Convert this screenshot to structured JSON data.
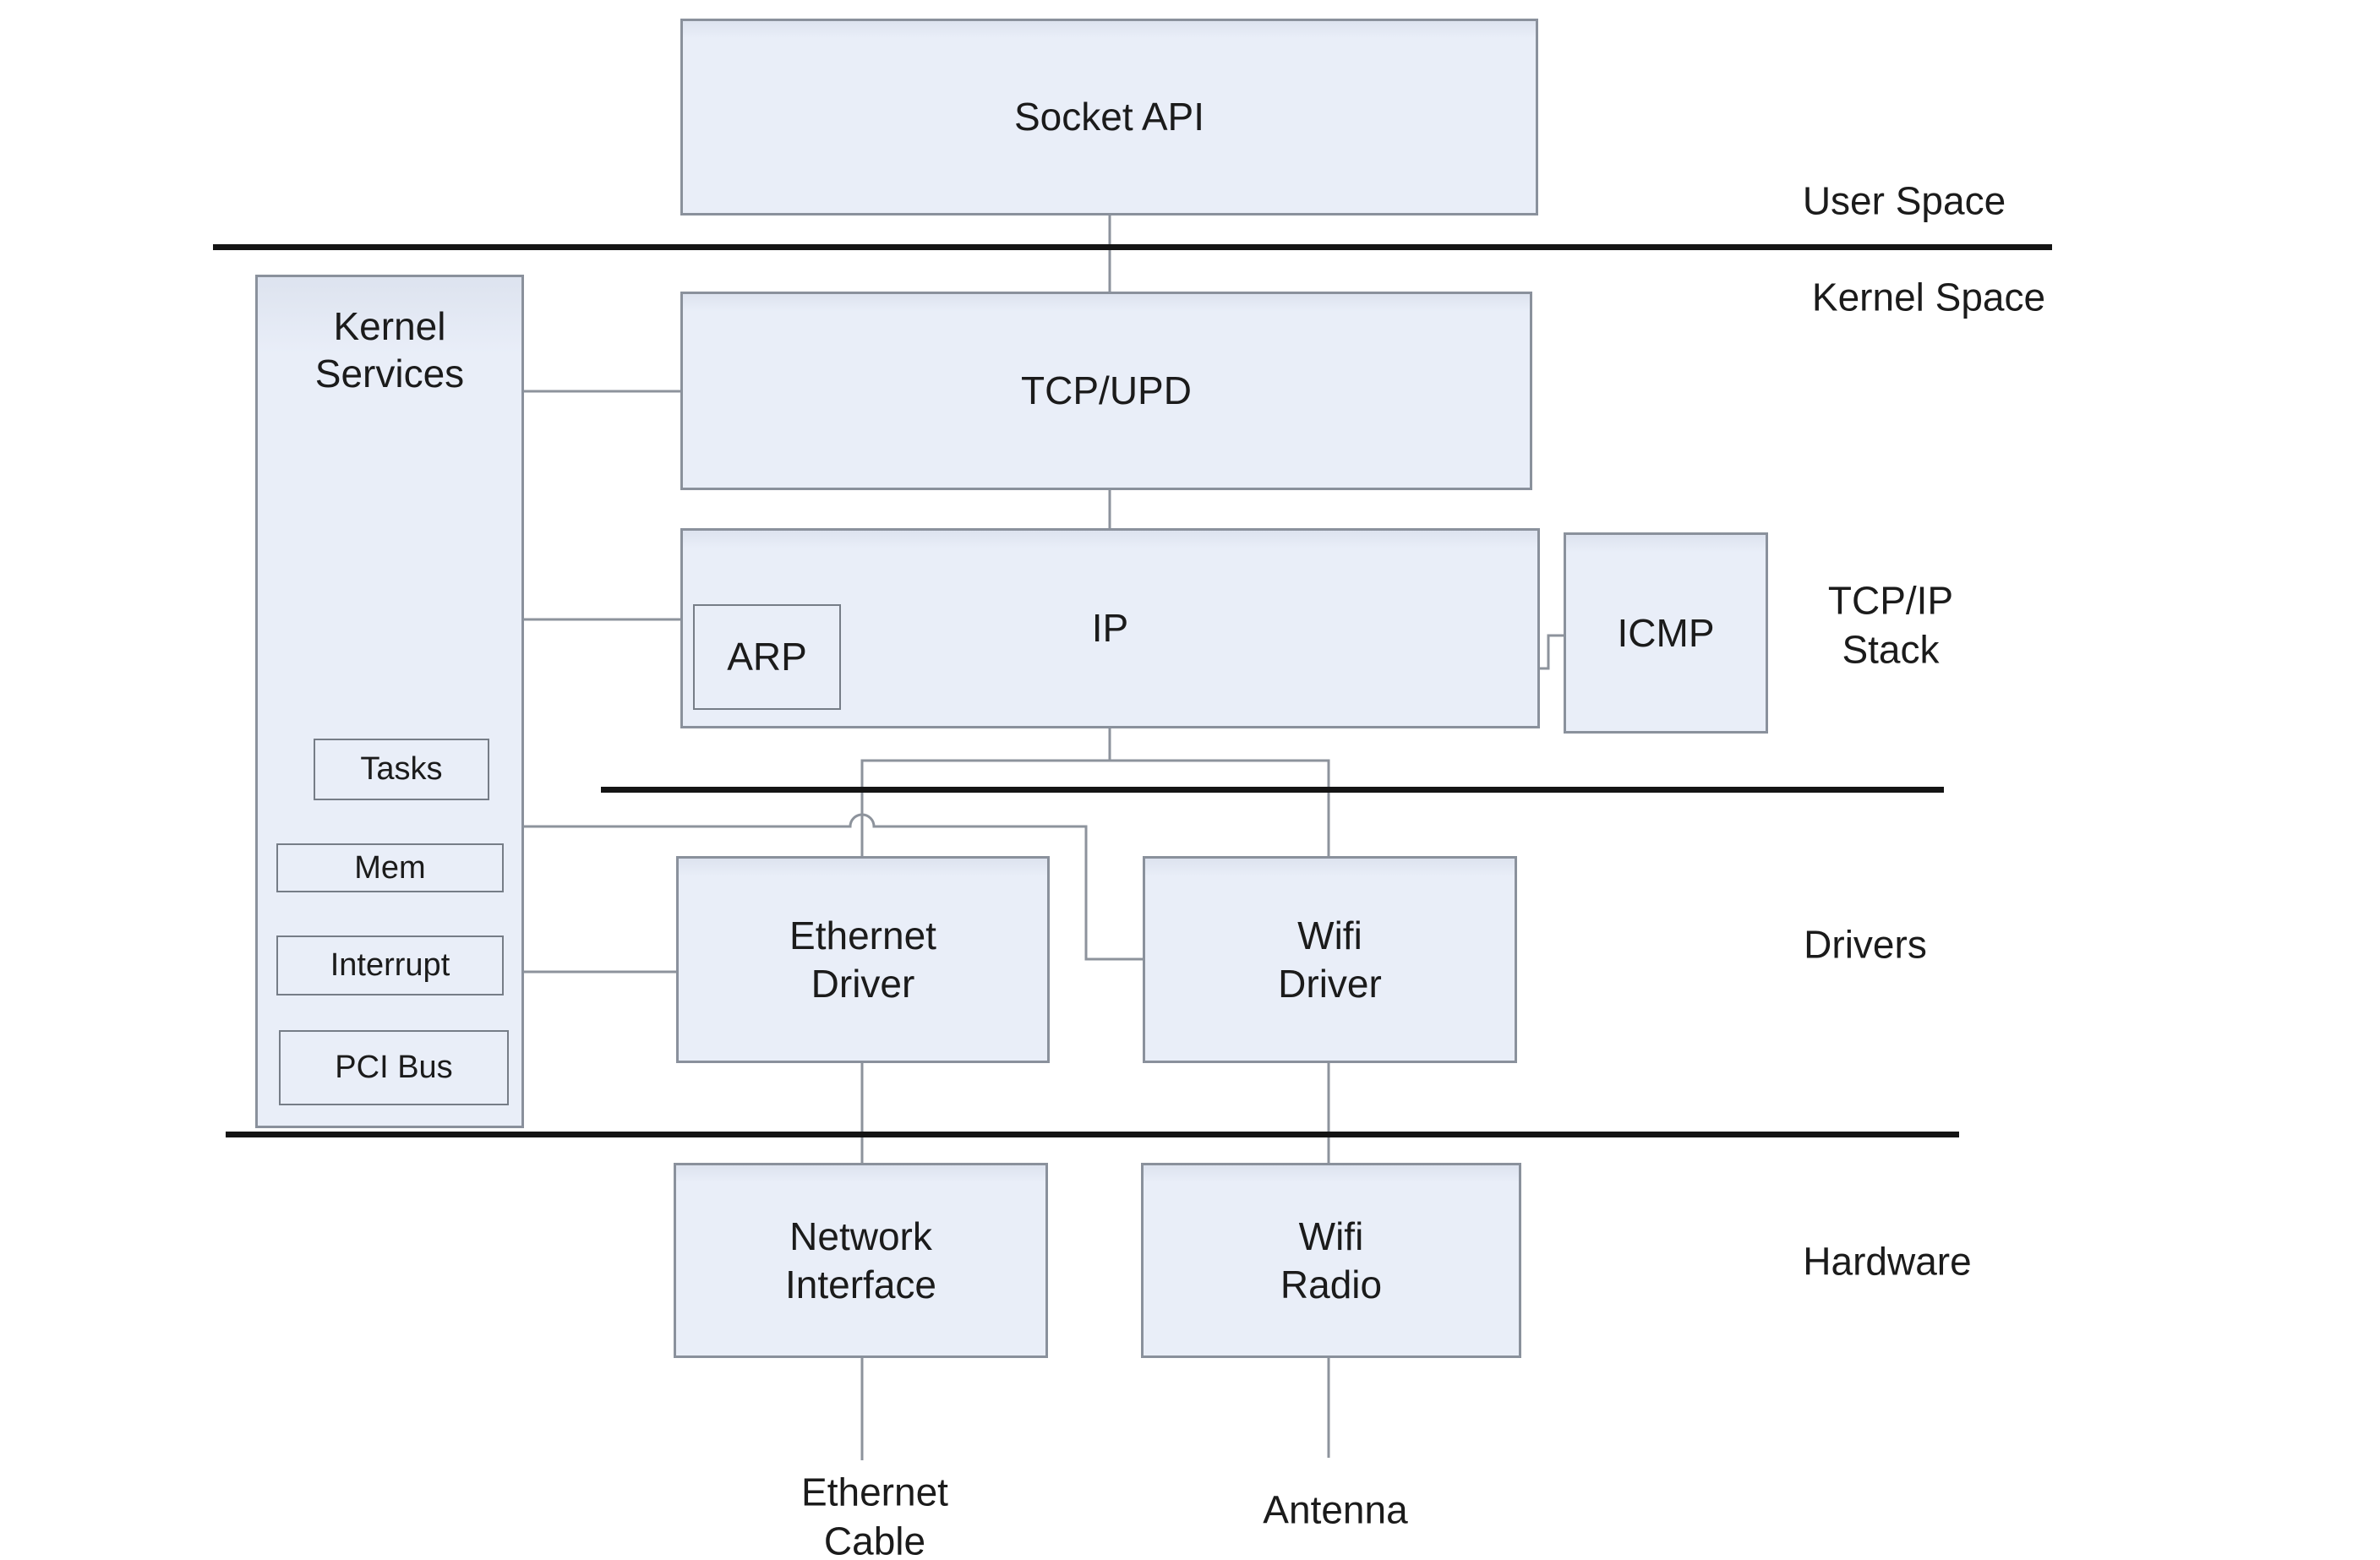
{
  "diagram": {
    "boxes": {
      "socket_api": "Socket API",
      "kernel_services": "Kernel\nServices",
      "tcp_upd": "TCP/UPD",
      "ip": "IP",
      "arp": "ARP",
      "icmp": "ICMP",
      "tasks": "Tasks",
      "mem": "Mem",
      "interrupt": "Interrupt",
      "pci_bus": "PCI Bus",
      "ethernet_driver": "Ethernet\nDriver",
      "wifi_driver": "Wifi\nDriver",
      "network_interface": "Network\nInterface",
      "wifi_radio": "Wifi\nRadio"
    },
    "region_labels": {
      "user_space": "User Space",
      "kernel_space": "Kernel Space",
      "tcpip_stack": "TCP/IP\nStack",
      "drivers": "Drivers",
      "hardware": "Hardware"
    },
    "external_labels": {
      "ethernet_cable": "Ethernet\nCable",
      "antenna": "Antenna"
    },
    "colors": {
      "box_fill": "#e9eef8",
      "box_fill_top": "#dde3ef",
      "box_border": "#8a919c",
      "inner_box_border": "#767d87",
      "connector": "#8d939c",
      "separator": "#141414",
      "text": "#1b1b1b",
      "background": "#ffffff"
    }
  }
}
